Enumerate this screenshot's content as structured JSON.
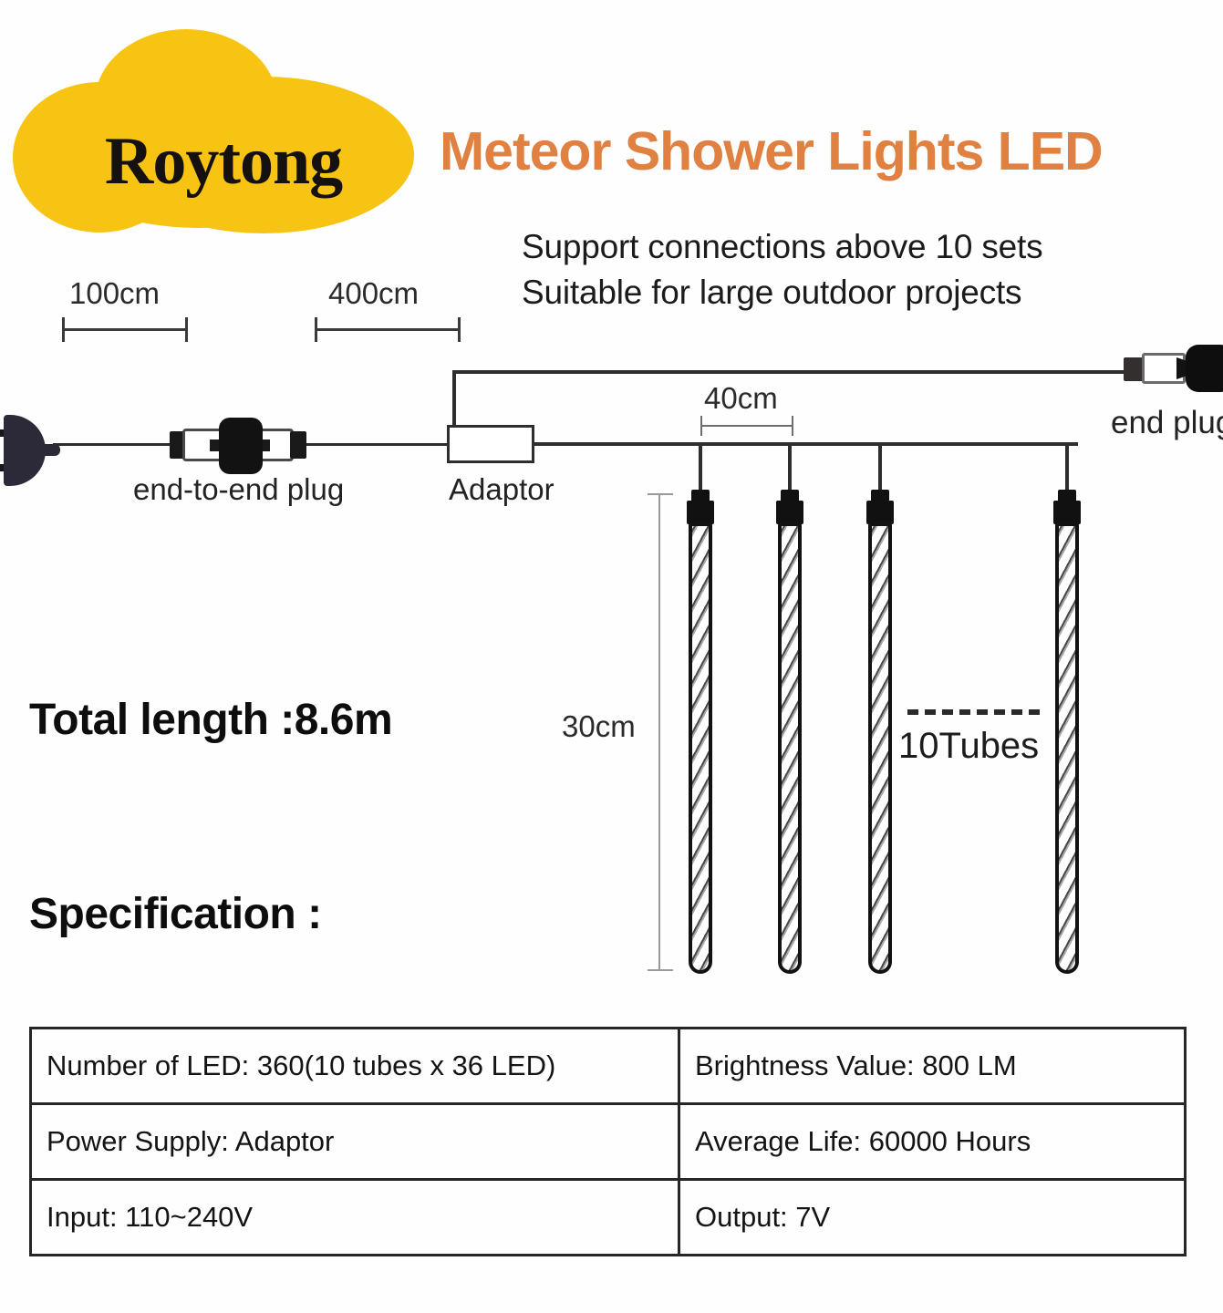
{
  "brand": {
    "logo_text": "Roytong",
    "logo_color": "#F7C413"
  },
  "header": {
    "title": "Meteor Shower Lights LED",
    "title_color": "#E08141",
    "subtitle_line_1": "Support  connections above 10 sets",
    "subtitle_line_2": "Suitable for large outdoor projects"
  },
  "diagram": {
    "dimensions": {
      "lead_cord": "100cm",
      "extension_cord": "400cm",
      "tube_spacing": "40cm",
      "tube_length": "30cm"
    },
    "labels": {
      "end_to_end_plug": "end-to-end plug",
      "adaptor": "Adaptor",
      "end_plug": "end plug",
      "tube_count": "10Tubes"
    }
  },
  "summary": {
    "total_length": "Total length  :8.6m",
    "specification_heading": "Specification :"
  },
  "spec_table": {
    "rows": [
      {
        "left": "Number of LED: 360(10 tubes x 36 LED)",
        "right": "Brightness Value: 800 LM"
      },
      {
        "left": "Power Supply: Adaptor",
        "right": "Average Life: 60000 Hours"
      },
      {
        "left": "Input: 110~240V",
        "right": "Output: 7V"
      }
    ]
  }
}
